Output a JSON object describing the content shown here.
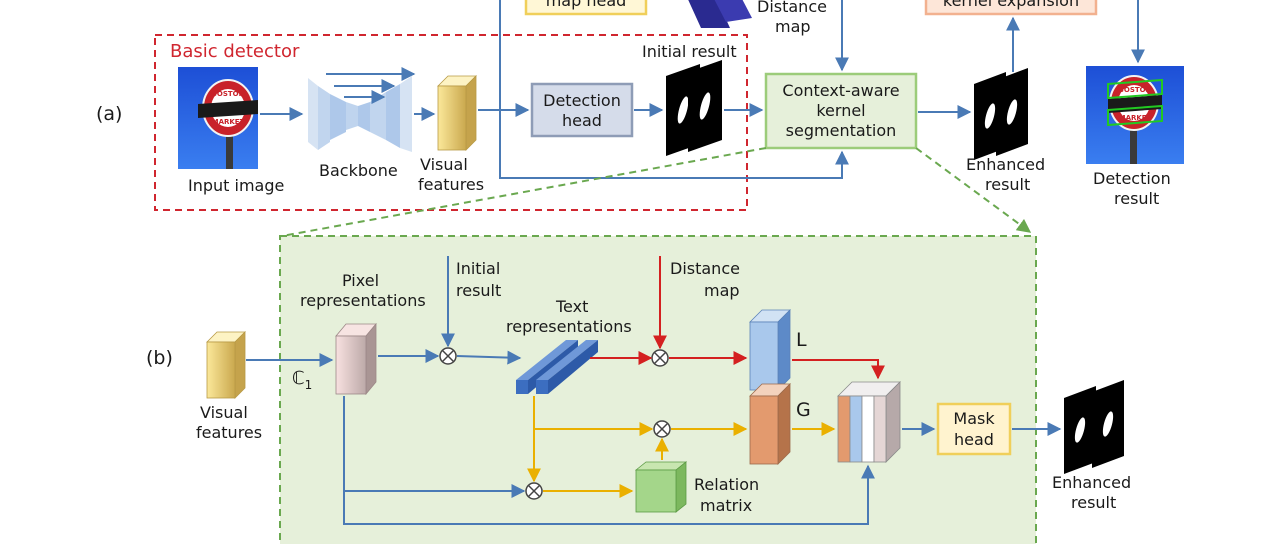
{
  "top_partial": {
    "map_head": "map head",
    "distance_map": [
      "Distance",
      "map"
    ],
    "kernel_expansion": "kernel expansion"
  },
  "panel_a": {
    "label": "(a)",
    "basic_detector": "Basic detector",
    "input_image": "Input image",
    "backbone": "Backbone",
    "visual_features": [
      "Visual",
      "features"
    ],
    "detection_head": [
      "Detection",
      "head"
    ],
    "initial_result": "Initial result",
    "cak_segmentation": [
      "Context-aware",
      "kernel",
      "segmentation"
    ],
    "enhanced_result": [
      "Enhanced",
      "result"
    ],
    "detection_result": [
      "Detection",
      "result"
    ],
    "sign_text": [
      "BOSTON",
      "MARKET"
    ]
  },
  "panel_b": {
    "label": "(b)",
    "visual_features": [
      "Visual",
      "features"
    ],
    "c1": "ℂ",
    "c1_sub": "1",
    "pixel_representations": [
      "Pixel",
      "representations"
    ],
    "initial_result": [
      "Initial",
      "result"
    ],
    "text_representations": [
      "Text",
      "representations"
    ],
    "distance_map": [
      "Distance",
      "map"
    ],
    "L": "L",
    "G": "G",
    "relation_matrix": [
      "Relation",
      "matrix"
    ],
    "mask_head": [
      "Mask",
      "head"
    ],
    "enhanced_result": [
      "Enhanced",
      "result"
    ]
  },
  "colors": {
    "flow_blue": "#4a7ab5",
    "flow_red": "#d42020",
    "flow_yellow": "#eab000",
    "basic_border": "#d0262f",
    "green_border": "#6aa84f",
    "green_fill": "#e6f0da"
  }
}
